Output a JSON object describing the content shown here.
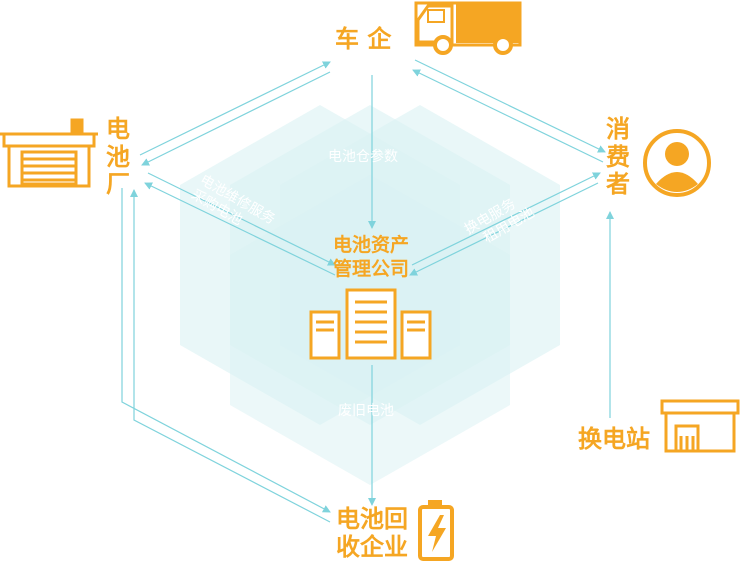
{
  "nodes": {
    "car_maker": "车 企",
    "battery_factory": "电池厂",
    "consumer": "消费者",
    "swap_station": "换电站",
    "recycler_line1": "电池回",
    "recycler_line2": "收企业",
    "center_line1": "电池资产",
    "center_line2": "管理公司"
  },
  "edges": {
    "top_center": "电池仓参数",
    "left_line1": "电池维修服务",
    "left_line2": "采购电池",
    "right_line1": "换电服务",
    "right_line2": "租用电池",
    "bottom_center": "废旧电池"
  },
  "colors": {
    "accent": "#f5a623",
    "arrow": "#7fd3dc",
    "hex_fill": "#e3f5f6"
  },
  "icons": [
    "truck-icon",
    "factory-icon",
    "person-icon",
    "station-icon",
    "battery-icon",
    "server-icon"
  ]
}
